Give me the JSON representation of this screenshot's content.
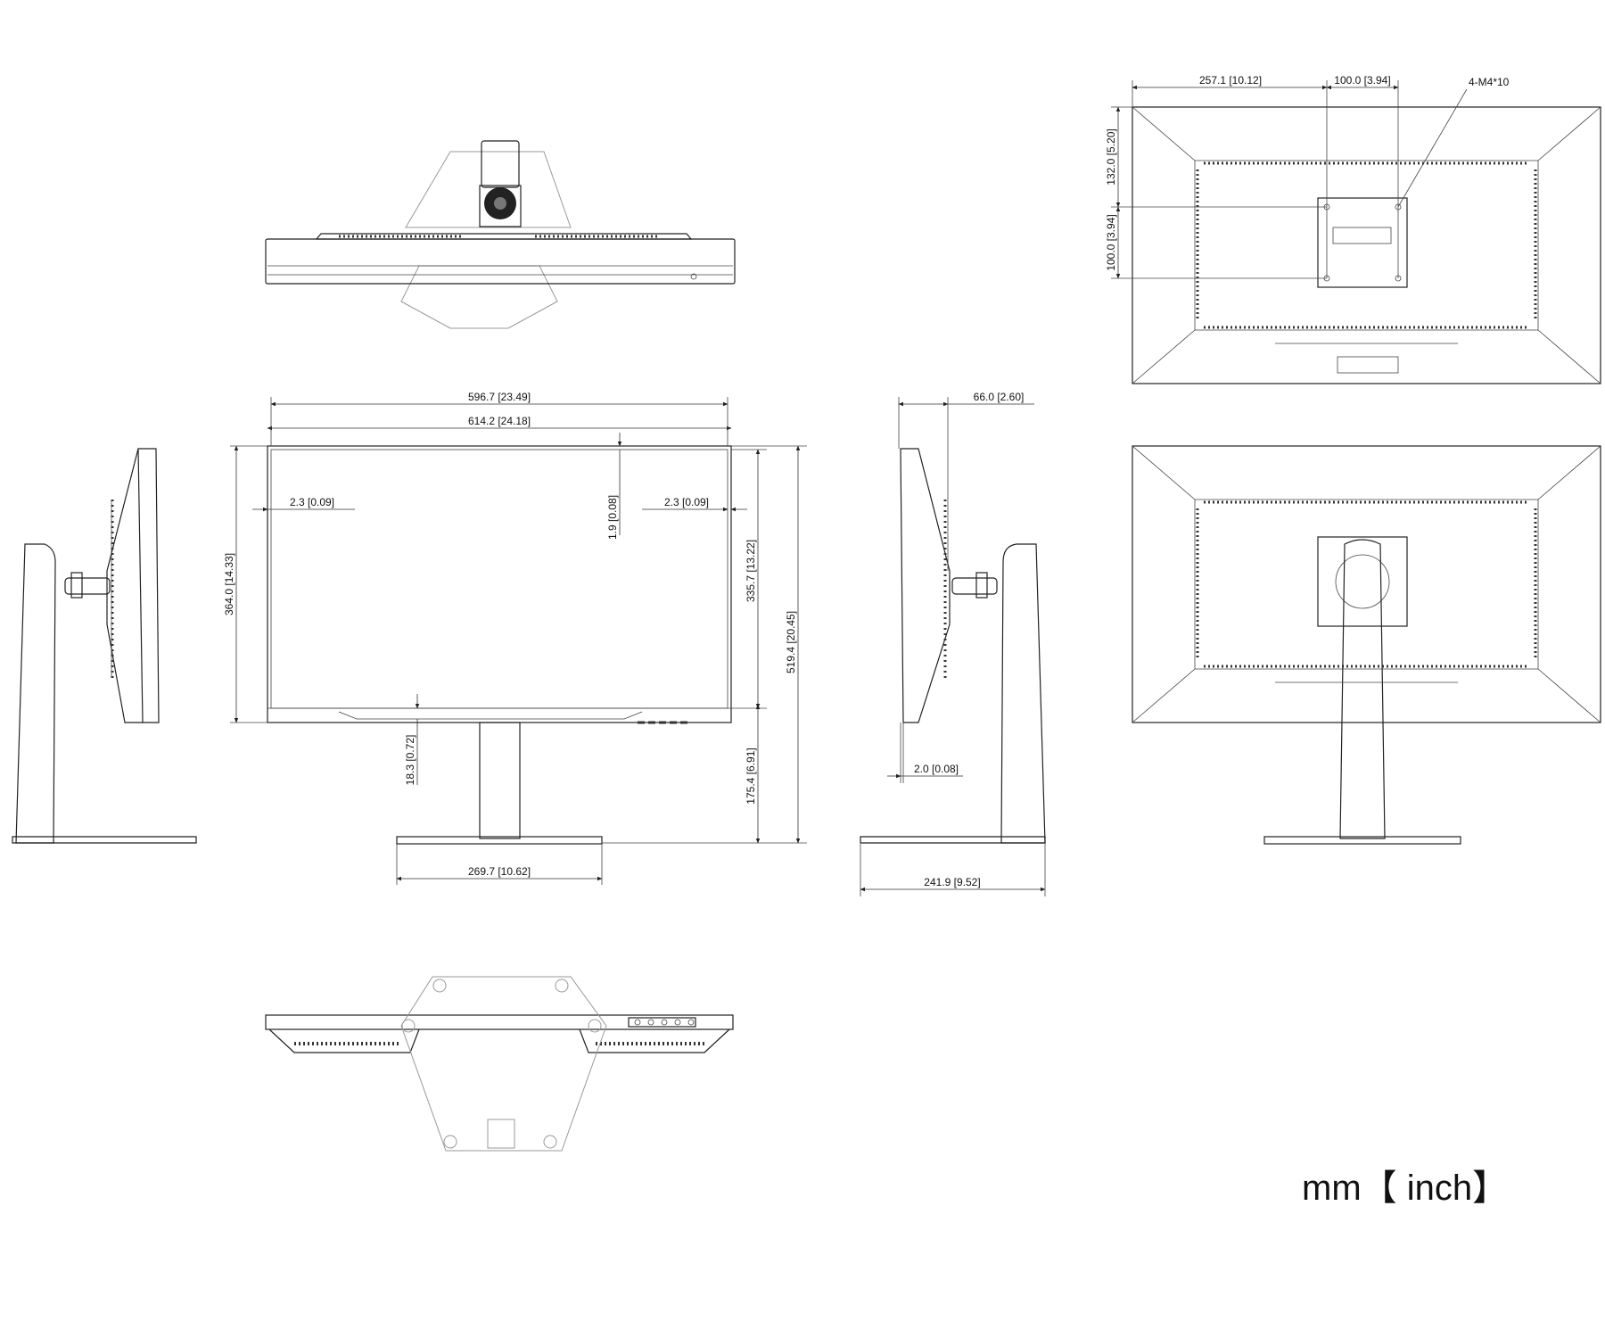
{
  "dimensions": {
    "front_inner_width": "596.7 [23.49]",
    "front_outer_width": "614.2 [24.18]",
    "left_bezel": "2.3 [0.09]",
    "right_bezel": "2.3 [0.09]",
    "top_bezel": "1.9 [0.08]",
    "outer_height": "364.0 [14.33]",
    "inner_height": "335.7 [13.22]",
    "bottom_bezel": "18.3 [0.72]",
    "total_height": "519.4 [20.45]",
    "stand_clearance": "175.4 [6.91]",
    "base_width": "269.7 [10.62]",
    "depth_head": "66.0 [2.60]",
    "panel_thickness": "2.0 [0.08]",
    "base_depth": "241.9 [9.52]",
    "rear_offset": "257.1 [10.12]",
    "vesa_h": "100.0 [3.94]",
    "vesa_screw": "4-M4*10",
    "rear_top": "132.0 [5.20]",
    "vesa_v": "100.0 [3.94]"
  },
  "legend": {
    "units": "mm【 inch】"
  }
}
